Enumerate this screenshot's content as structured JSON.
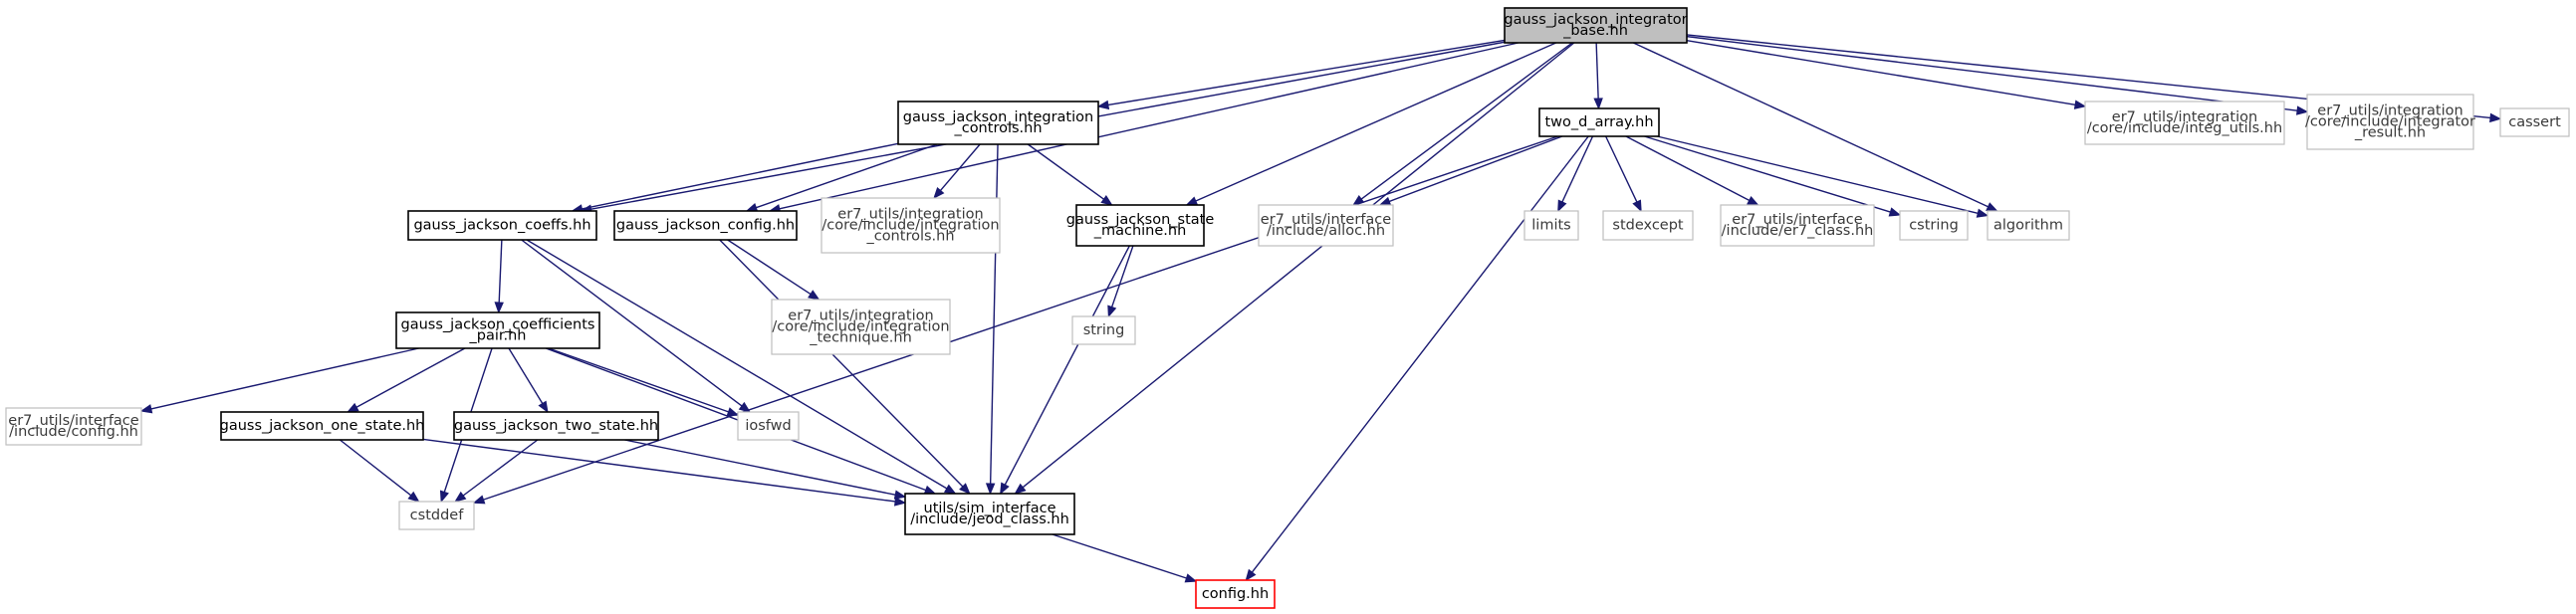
{
  "colors": {
    "edge": "#191970",
    "node_border_solid": "#000000",
    "node_border_external": "#bfbfbf",
    "node_border_missing": "#ff0000",
    "root_fill": "#bfbfbf",
    "node_fill": "#ffffff"
  },
  "nodes": {
    "root": {
      "lines": [
        "gauss_jackson_integrator",
        "_base.hh"
      ],
      "style": "root"
    },
    "controls": {
      "lines": [
        "gauss_jackson_integration",
        "_controls.hh"
      ],
      "style": "solid"
    },
    "two_d_array": {
      "lines": [
        "two_d_array.hh"
      ],
      "style": "solid"
    },
    "integ_utils": {
      "lines": [
        "er7_utils/integration",
        "/core/include/integ_utils.hh"
      ],
      "style": "external"
    },
    "integrator_result": {
      "lines": [
        "er7_utils/integration",
        "/core/include/integrator",
        "_result.hh"
      ],
      "style": "external"
    },
    "cassert": {
      "lines": [
        "cassert"
      ],
      "style": "external"
    },
    "coeffs": {
      "lines": [
        "gauss_jackson_coeffs.hh"
      ],
      "style": "solid"
    },
    "config_hh": {
      "lines": [
        "gauss_jackson_config.hh"
      ],
      "style": "solid"
    },
    "integration_controls_ext": {
      "lines": [
        "er7_utils/integration",
        "/core/include/integration",
        "_controls.hh"
      ],
      "style": "external"
    },
    "state_machine": {
      "lines": [
        "gauss_jackson_state",
        "_machine.hh"
      ],
      "style": "solid"
    },
    "alloc": {
      "lines": [
        "er7_utils/interface",
        "/include/alloc.hh"
      ],
      "style": "external"
    },
    "limits": {
      "lines": [
        "limits"
      ],
      "style": "external"
    },
    "stdexcept": {
      "lines": [
        "stdexcept"
      ],
      "style": "external"
    },
    "er7_class": {
      "lines": [
        "er7_utils/interface",
        "/include/er7_class.hh"
      ],
      "style": "external"
    },
    "cstring": {
      "lines": [
        "cstring"
      ],
      "style": "external"
    },
    "algorithm": {
      "lines": [
        "algorithm"
      ],
      "style": "external"
    },
    "coefficients_pair": {
      "lines": [
        "gauss_jackson_coefficients",
        "_pair.hh"
      ],
      "style": "solid"
    },
    "integration_technique": {
      "lines": [
        "er7_utils/integration",
        "/core/include/integration",
        "_technique.hh"
      ],
      "style": "external"
    },
    "string": {
      "lines": [
        "string"
      ],
      "style": "external"
    },
    "er7_config": {
      "lines": [
        "er7_utils/interface",
        "/include/config.hh"
      ],
      "style": "external"
    },
    "one_state": {
      "lines": [
        "gauss_jackson_one_state.hh"
      ],
      "style": "solid"
    },
    "two_state": {
      "lines": [
        "gauss_jackson_two_state.hh"
      ],
      "style": "solid"
    },
    "iosfwd": {
      "lines": [
        "iosfwd"
      ],
      "style": "external"
    },
    "cstddef": {
      "lines": [
        "cstddef"
      ],
      "style": "external"
    },
    "jeod_class": {
      "lines": [
        "utils/sim_interface",
        "/include/jeod_class.hh"
      ],
      "style": "solid"
    },
    "config_missing": {
      "lines": [
        "config.hh"
      ],
      "style": "missing"
    }
  },
  "edges": [
    [
      "root",
      "controls"
    ],
    [
      "root",
      "two_d_array"
    ],
    [
      "root",
      "integ_utils"
    ],
    [
      "root",
      "integrator_result"
    ],
    [
      "root",
      "cassert"
    ],
    [
      "root",
      "coeffs"
    ],
    [
      "root",
      "config_hh"
    ],
    [
      "root",
      "state_machine"
    ],
    [
      "root",
      "alloc"
    ],
    [
      "root",
      "algorithm"
    ],
    [
      "root",
      "jeod_class"
    ],
    [
      "controls",
      "coeffs"
    ],
    [
      "controls",
      "config_hh"
    ],
    [
      "controls",
      "integration_controls_ext"
    ],
    [
      "controls",
      "state_machine"
    ],
    [
      "controls",
      "jeod_class"
    ],
    [
      "two_d_array",
      "alloc"
    ],
    [
      "two_d_array",
      "limits"
    ],
    [
      "two_d_array",
      "stdexcept"
    ],
    [
      "two_d_array",
      "er7_class"
    ],
    [
      "two_d_array",
      "cstring"
    ],
    [
      "two_d_array",
      "algorithm"
    ],
    [
      "two_d_array",
      "cstddef"
    ],
    [
      "two_d_array",
      "config_missing"
    ],
    [
      "coeffs",
      "coefficients_pair"
    ],
    [
      "coeffs",
      "iosfwd"
    ],
    [
      "coeffs",
      "jeod_class"
    ],
    [
      "config_hh",
      "integration_technique"
    ],
    [
      "config_hh",
      "jeod_class"
    ],
    [
      "state_machine",
      "string"
    ],
    [
      "state_machine",
      "jeod_class"
    ],
    [
      "coefficients_pair",
      "er7_config"
    ],
    [
      "coefficients_pair",
      "one_state"
    ],
    [
      "coefficients_pair",
      "two_state"
    ],
    [
      "coefficients_pair",
      "iosfwd"
    ],
    [
      "coefficients_pair",
      "cstddef"
    ],
    [
      "coefficients_pair",
      "jeod_class"
    ],
    [
      "one_state",
      "cstddef"
    ],
    [
      "one_state",
      "jeod_class"
    ],
    [
      "two_state",
      "cstddef"
    ],
    [
      "two_state",
      "jeod_class"
    ],
    [
      "jeod_class",
      "config_missing"
    ]
  ]
}
